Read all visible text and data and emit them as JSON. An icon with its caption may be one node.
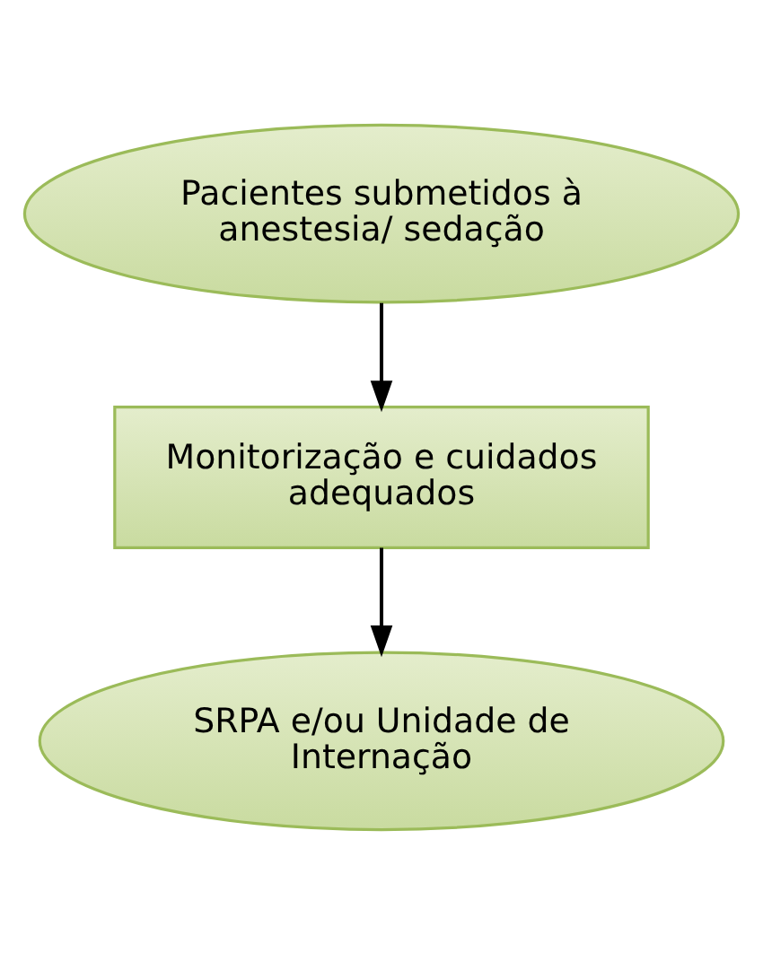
{
  "diagram": {
    "nodes": [
      {
        "text": [
          "Pacientes submetidos à anestesia/ sedação"
        ]
      },
      {
        "text": [
          "Monitorização e cuidados adequados"
        ]
      },
      {
        "text": [
          "SRPA e/ou Unidade de Internação"
        ]
      }
    ],
    "edges": [
      {
        "from": 0,
        "to": 1,
        "arrow": "to"
      },
      {
        "from": 1,
        "to": 2,
        "arrow": "to"
      }
    ]
  }
}
